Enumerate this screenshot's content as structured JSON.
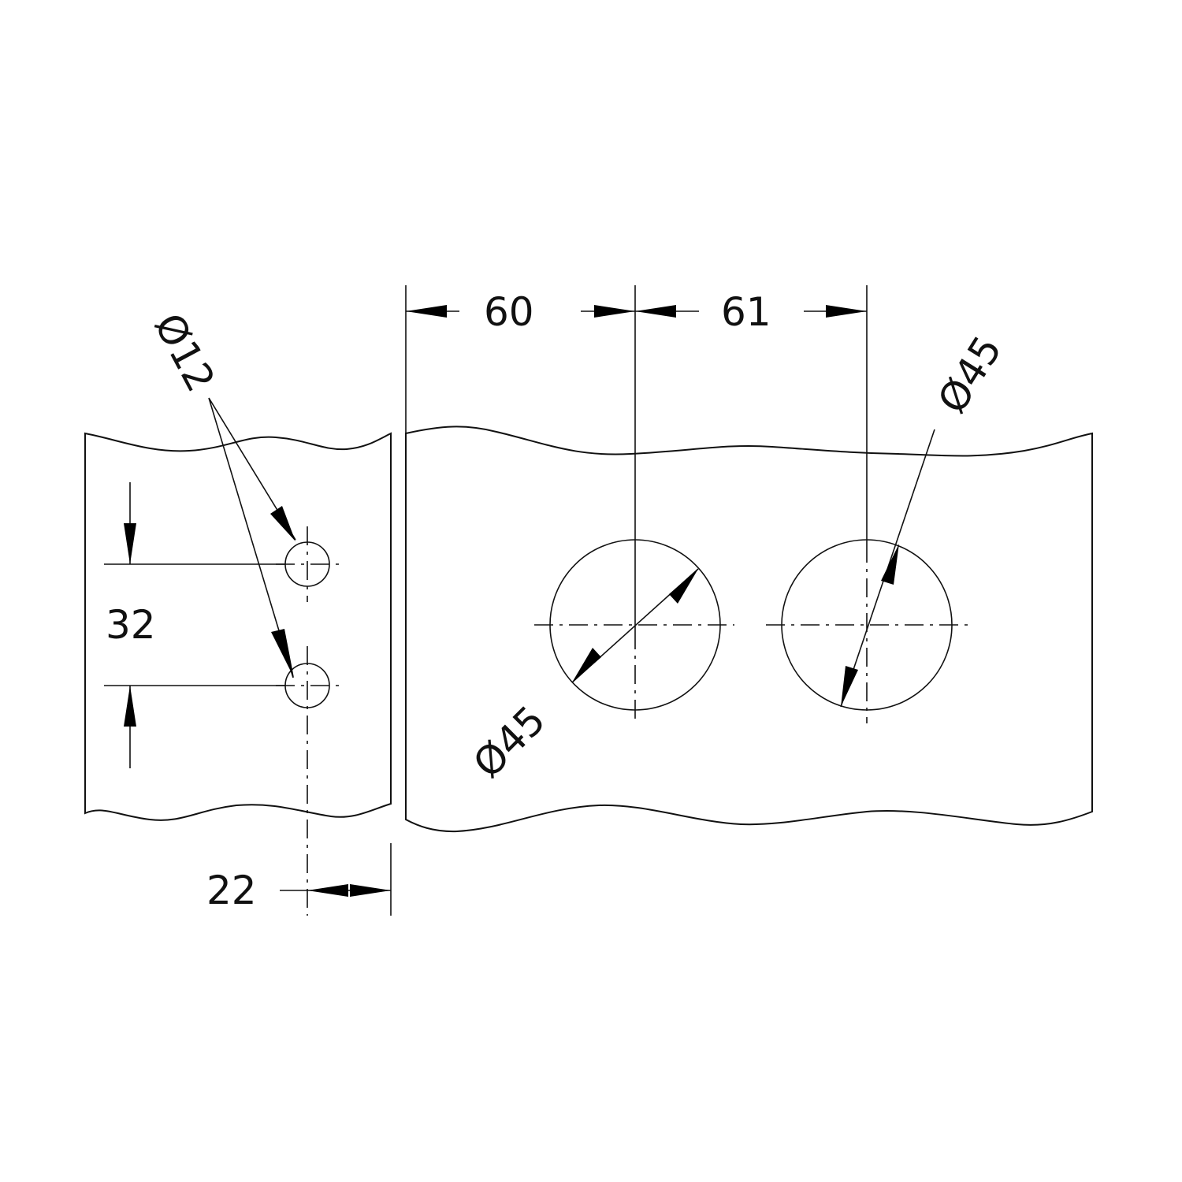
{
  "drawing": {
    "left_view": {
      "hole_diameter_label": "Ø12",
      "hole_spacing_label": "32",
      "edge_offset_label": "22"
    },
    "right_view": {
      "spacing_left_label": "60",
      "spacing_right_label": "61",
      "hole1_diameter_label": "Ø45",
      "hole2_diameter_label": "Ø45"
    }
  }
}
